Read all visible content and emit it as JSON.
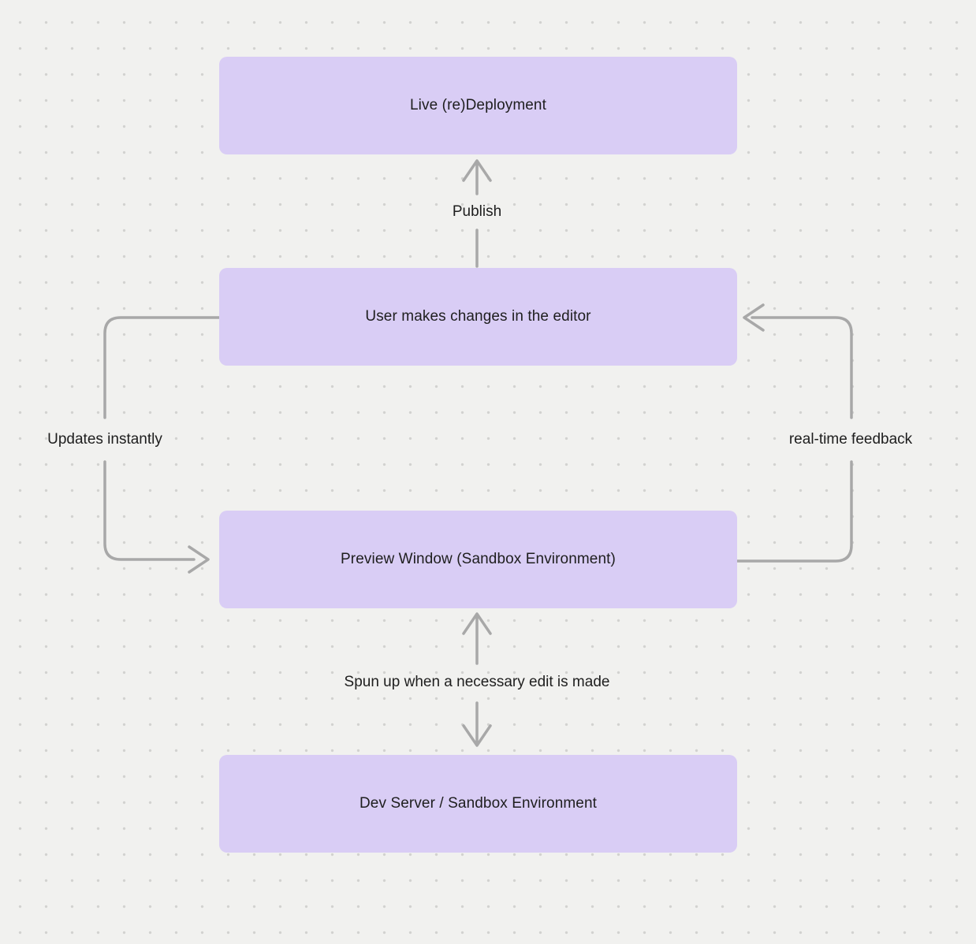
{
  "diagram": {
    "nodes": [
      {
        "id": "live-deployment",
        "label": "Live (re)Deployment"
      },
      {
        "id": "editor",
        "label": "User makes changes in the editor"
      },
      {
        "id": "preview",
        "label": "Preview Window (Sandbox Environment)"
      },
      {
        "id": "dev-server",
        "label": "Dev Server / Sandbox Environment"
      }
    ],
    "edge_labels": {
      "publish": "Publish",
      "updates_instantly": "Updates instantly",
      "realtime_feedback": "real-time feedback",
      "spun_up": "Spun up when a necessary edit is made"
    }
  },
  "colors": {
    "background": "#f1f1ef",
    "dot": "#d2d2d0",
    "node_fill": "#d9cdf5",
    "arrow": "#a8a8a8",
    "text": "#1e1e1e"
  }
}
